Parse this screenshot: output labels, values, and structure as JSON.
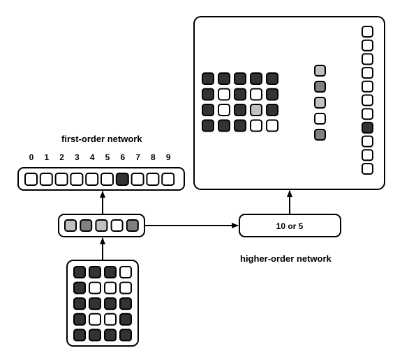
{
  "labels": {
    "first_order": "first-order network",
    "higher_order": "higher-order network",
    "hidden_units": "10 or 5"
  },
  "digits": [
    "0",
    "1",
    "2",
    "3",
    "4",
    "5",
    "6",
    "7",
    "8",
    "9"
  ],
  "colors": {
    "dark": "#333333",
    "mid": "#808080",
    "light": "#c0c0c0",
    "white": "#ffffff",
    "stroke": "#000000"
  },
  "input_grid": [
    [
      "dark",
      "dark",
      "dark",
      "white"
    ],
    [
      "dark",
      "white",
      "white",
      "white"
    ],
    [
      "dark",
      "dark",
      "dark",
      "dark"
    ],
    [
      "dark",
      "white",
      "white",
      "dark"
    ],
    [
      "dark",
      "dark",
      "dark",
      "dark"
    ]
  ],
  "first_hidden": [
    "light",
    "mid",
    "light",
    "white",
    "mid"
  ],
  "first_output": [
    "white",
    "white",
    "white",
    "white",
    "white",
    "white",
    "dark",
    "white",
    "white",
    "white"
  ],
  "higher_grid": [
    [
      "dark",
      "dark",
      "dark",
      "dark",
      "dark"
    ],
    [
      "dark",
      "white",
      "dark",
      "white",
      "dark"
    ],
    [
      "dark",
      "white",
      "dark",
      "light",
      "dark"
    ],
    [
      "dark",
      "dark",
      "dark",
      "white",
      "white"
    ]
  ],
  "higher_hidden": [
    "light",
    "mid",
    "light",
    "white",
    "mid"
  ],
  "higher_output": [
    "white",
    "white",
    "white",
    "white",
    "white",
    "white",
    "white",
    "dark",
    "white",
    "white",
    "white"
  ]
}
